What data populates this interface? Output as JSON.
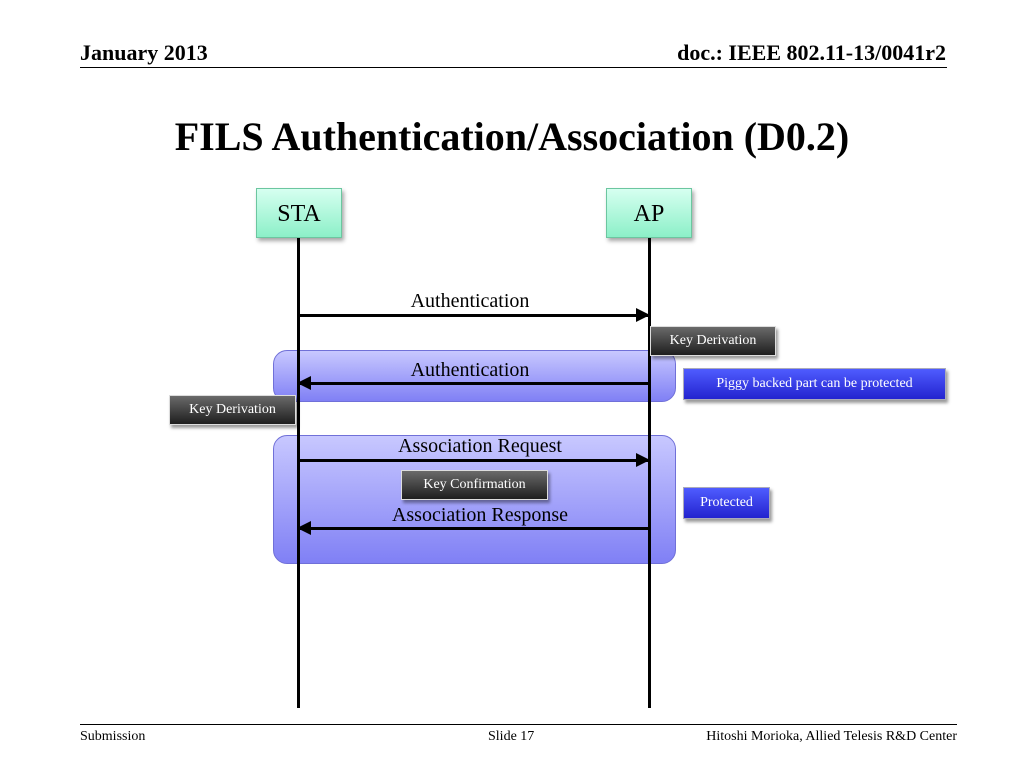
{
  "header": {
    "date": "January 2013",
    "doc_id": "doc.: IEEE 802.11-13/0041r2"
  },
  "slide_title": "FILS Authentication/Association (D0.2)",
  "entities": {
    "sta": "STA",
    "ap": "AP"
  },
  "messages": {
    "auth_request": "Authentication",
    "auth_response": "Authentication",
    "assoc_request": "Association Request",
    "assoc_response": "Association Response"
  },
  "annotations": {
    "ap_key_derivation": "Key Derivation",
    "sta_key_derivation": "Key Derivation",
    "key_confirmation": "Key Confirmation",
    "piggy_backed_note": "Piggy backed part can be protected",
    "protected_note": "Protected"
  },
  "colors": {
    "entity_fill": "#8cf0c8",
    "region_fill": "#8080f5",
    "key_box_fill": "#3a3a3a",
    "note_fill": "#2f3be6"
  },
  "footer": {
    "left": "Submission",
    "center": "Slide 17",
    "right": "Hitoshi Morioka, Allied Telesis R&D Center"
  }
}
